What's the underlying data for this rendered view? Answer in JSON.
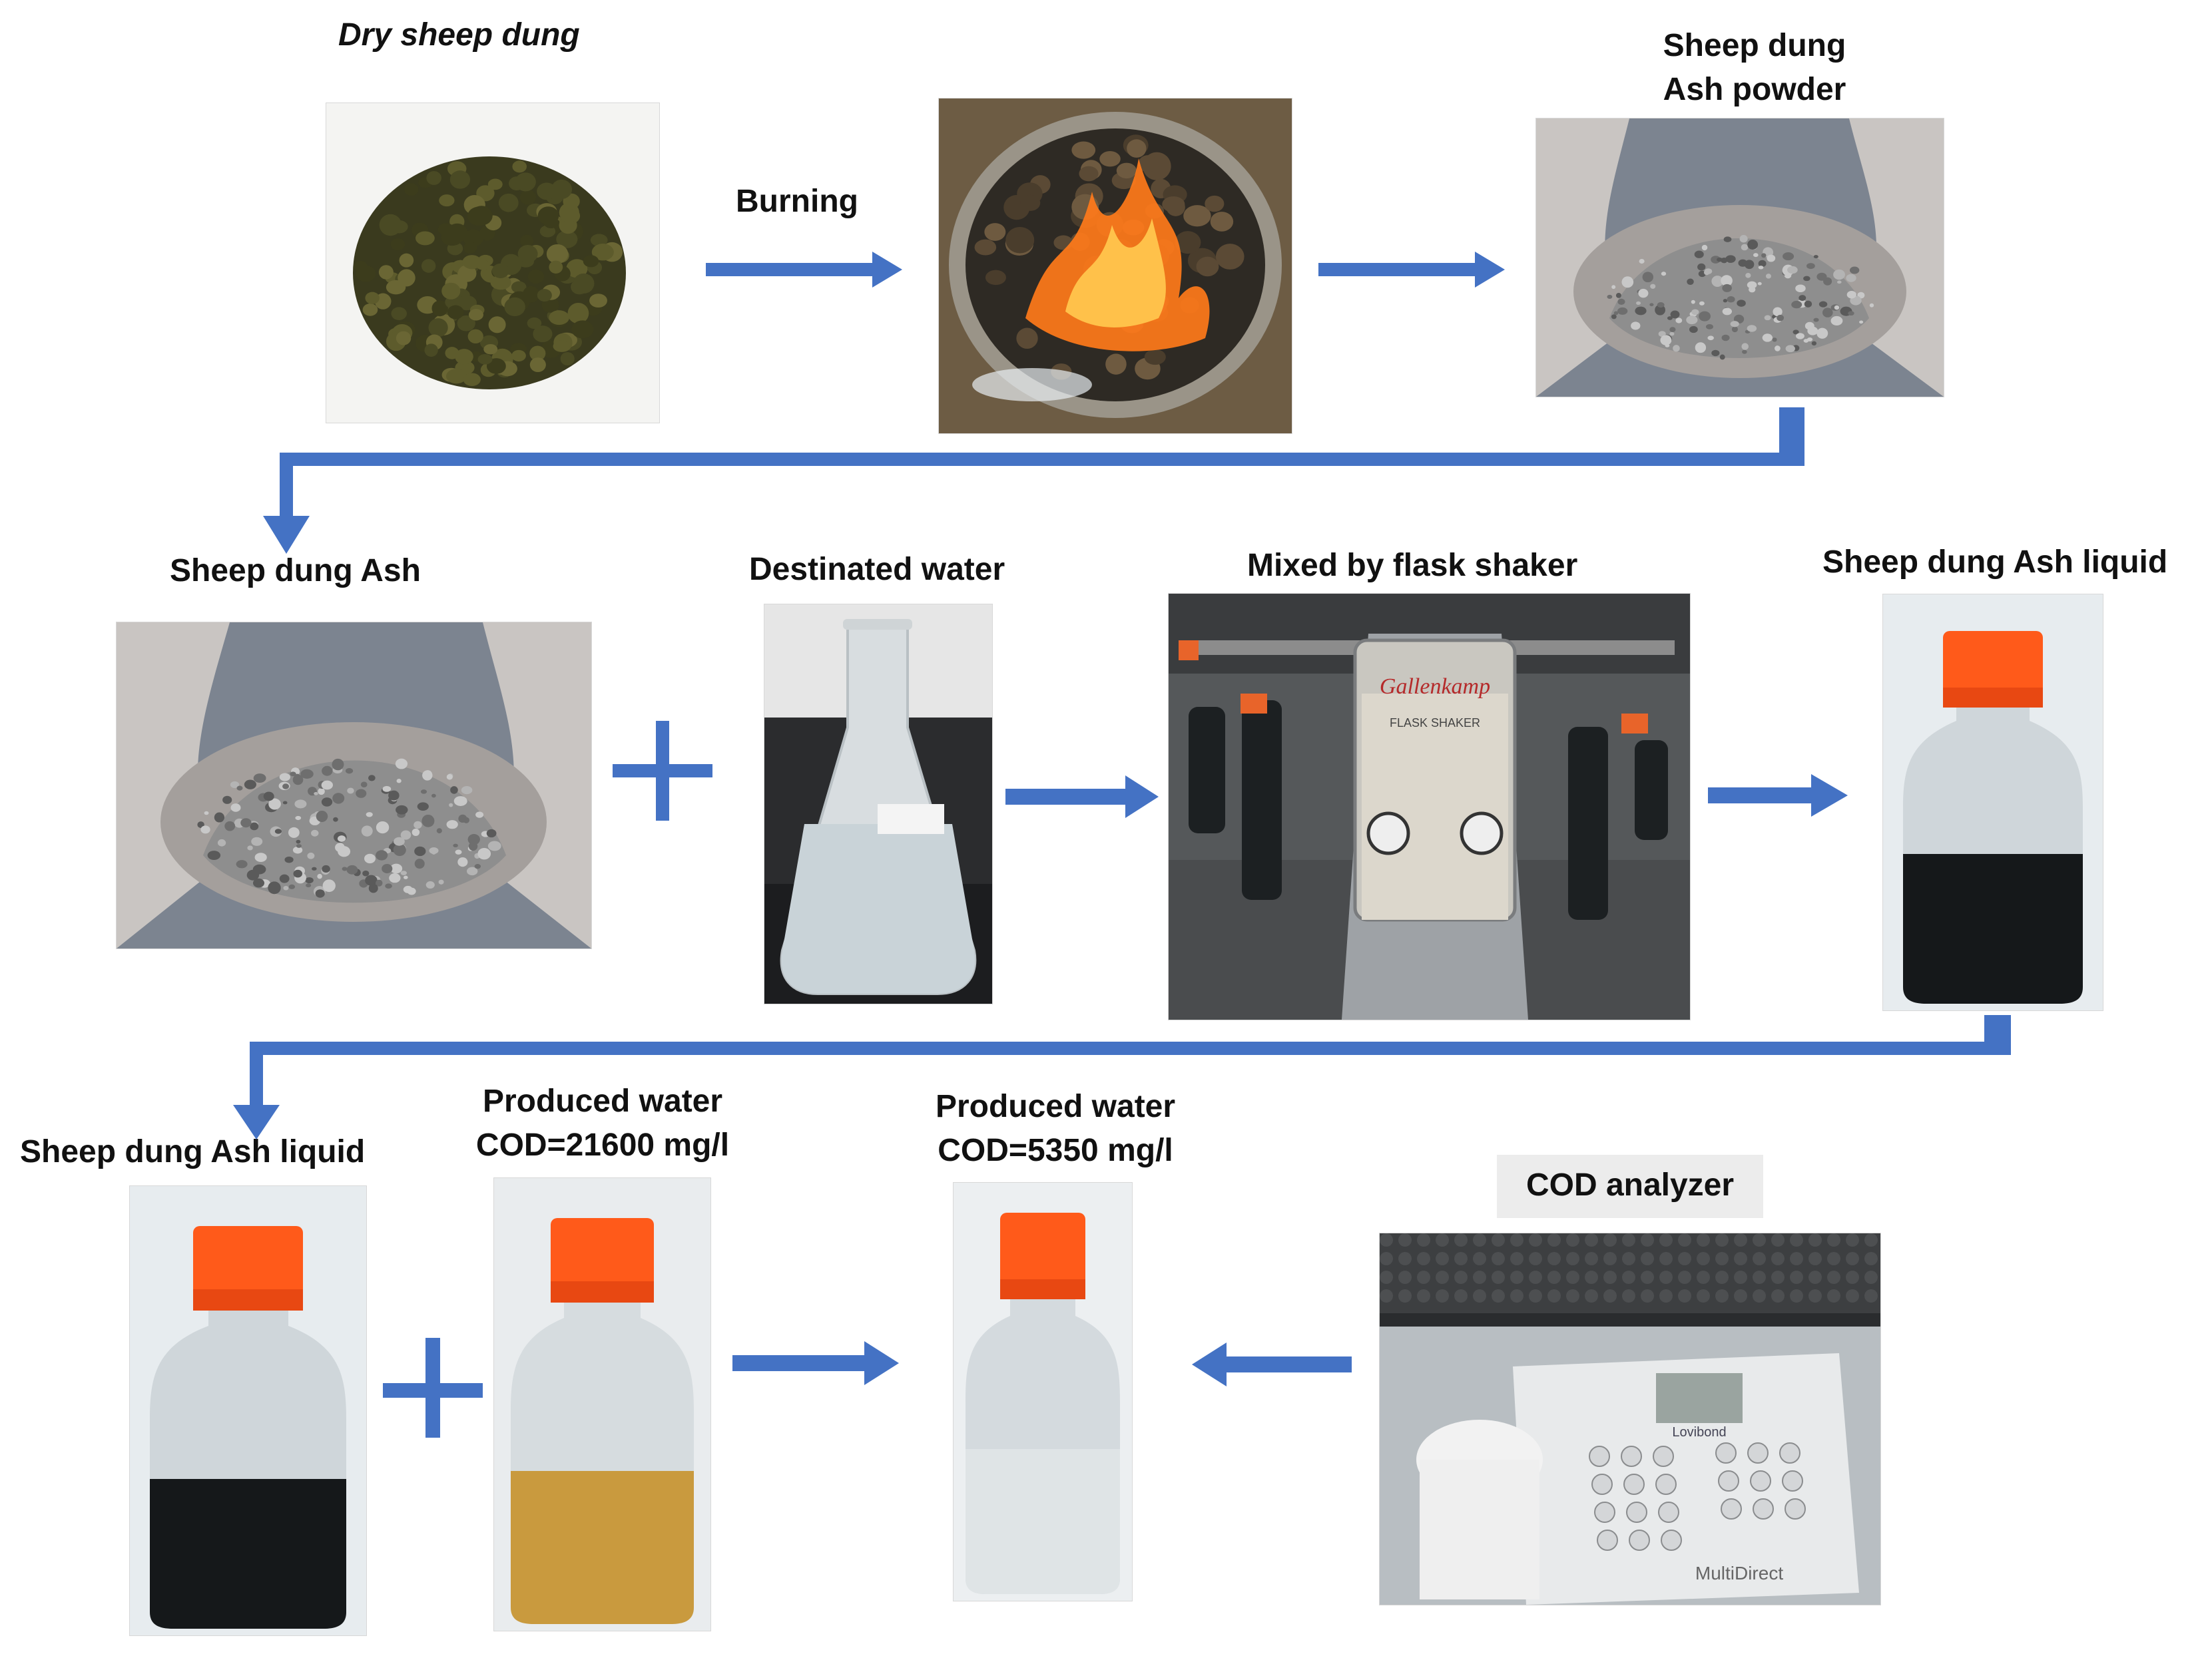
{
  "labels": {
    "dry_sheep_dung": "Dry  sheep dung",
    "burning": "Burning",
    "ash_powder_line1": "Sheep dung",
    "ash_powder_line2": "Ash  powder",
    "sheep_dung_ash": "Sheep dung Ash",
    "destinated_water": "Destinated water",
    "mixed_flask_shaker": "Mixed by flask shaker",
    "ash_liquid_top": "Sheep dung Ash  liquid",
    "ash_liquid_bottom": "Sheep dung Ash  liquid",
    "produced_water_1_line1": "Produced water",
    "produced_water_1_line2": "COD=21600 mg/l",
    "produced_water_2_line1": "Produced water",
    "produced_water_2_line2": "COD=5350 mg/l",
    "cod_analyzer": "COD analyzer"
  },
  "equipment_text": {
    "shaker_brand": "Gallenkamp",
    "shaker_model": "FLASK SHAKER",
    "analyzer_brand": "Lovibond",
    "analyzer_model": "MultiDirect"
  },
  "colors": {
    "arrow": "#4472C4",
    "ash": "#8e8e8e",
    "bottle_cap": "#ff5a1a",
    "dark_liquid": "#15181a",
    "produced_water_high": "#c99a3e",
    "produced_water_low": "#dfe4e6",
    "flame": "#ff7a1a"
  },
  "icons": [
    "arrow-right-icon",
    "arrow-left-icon",
    "plus-icon",
    "elbow-down-arrow-icon"
  ]
}
